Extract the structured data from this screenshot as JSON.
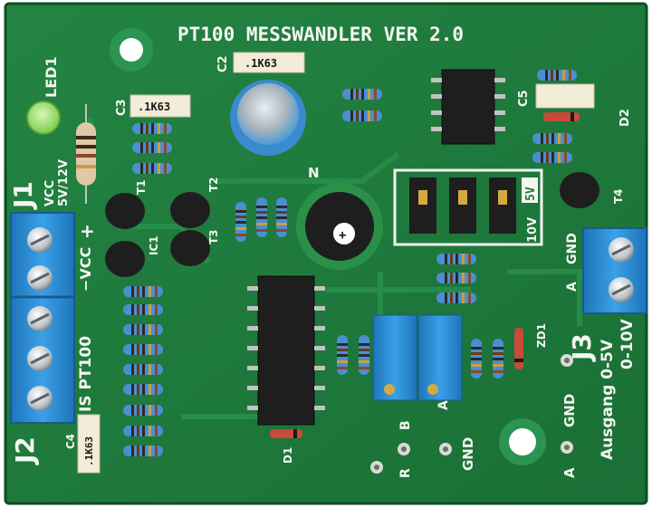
{
  "board": {
    "title": "PT100 MESSWANDLER  VER 2.0",
    "colors": {
      "pcb": "#1f7a3c",
      "pcb_dark": "#15602c",
      "silkscreen": "#f4f6f0",
      "terminal_blue": "#2f8fd6",
      "resistor_blue": "#4a8fd0",
      "ic_black": "#1e1e1e"
    }
  },
  "labels": {
    "led1": "LED1",
    "j1": "J1",
    "j2": "J2",
    "j3": "J3",
    "vcc": "VCC",
    "vcc_voltage": "5V/12V",
    "minus_vcc": "−VCC",
    "plus": "+",
    "is_pt100": "IS PT100",
    "c2": "C2",
    "c3": "C3",
    "c4": "C4",
    "c5": "C5",
    "d1": "D1",
    "d2": "D2",
    "t1": "T1",
    "t2": "T2",
    "t3": "T3",
    "t4": "T4",
    "ic1": "IC1",
    "zd1": "ZD1",
    "n": "N",
    "jumper_5v": "5V",
    "jumper_10v": "10V",
    "gnd_a": "GND",
    "a_top": "A",
    "output_range1": "Ausgang 0-5V",
    "output_range2": "0-10V",
    "b_pad": "B",
    "a_pad": "A",
    "r_pad": "R",
    "gnd_bottom": "GND",
    "gnd_right": "GND",
    "a_bottom": "A"
  },
  "capacitor_markings": {
    "c2": ".1K63",
    "c3": ".1K63",
    "c4": ".1K63"
  }
}
